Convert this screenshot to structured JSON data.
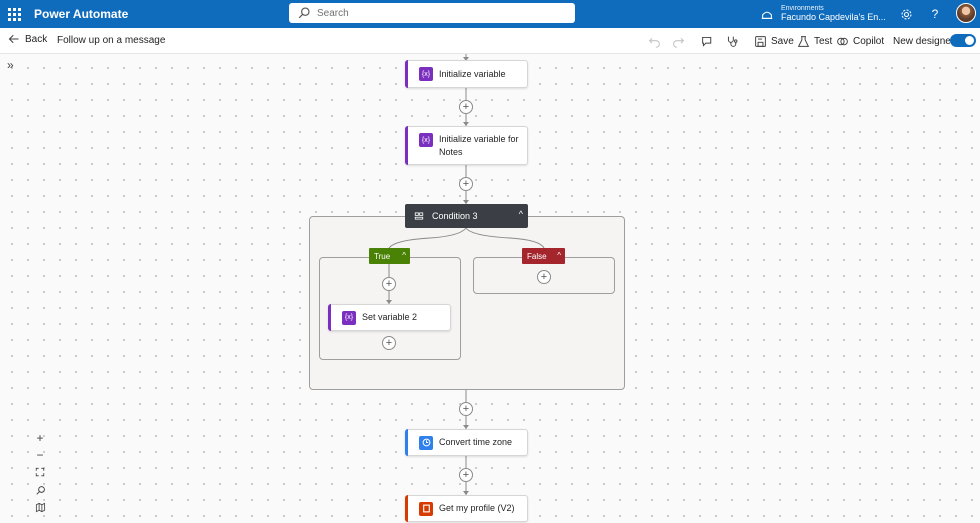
{
  "header": {
    "app_title": "Power Automate",
    "search_placeholder": "Search",
    "environment_label": "Environments",
    "environment_name": "Facundo Capdevila's En..."
  },
  "commandbar": {
    "back_label": "Back",
    "flow_name": "Follow up on a message",
    "save_label": "Save",
    "test_label": "Test",
    "copilot_label": "Copilot",
    "new_designer_label": "New designer",
    "new_designer_on": true
  },
  "flow": {
    "steps": [
      {
        "label": "Initialize variable",
        "icon": "variable-icon",
        "color": "#7b2fbf"
      },
      {
        "label": "Initialize variable for Notes",
        "icon": "variable-icon",
        "color": "#7b2fbf"
      },
      {
        "label": "Convert time zone",
        "icon": "clock-icon",
        "color": "#2f80ed"
      },
      {
        "label": "Get my profile (V2)",
        "icon": "office-icon",
        "color": "#d83b01"
      }
    ],
    "condition": {
      "label": "Condition 3",
      "true_label": "True",
      "false_label": "False",
      "true_step": "Set variable 2",
      "true_color": "#498205",
      "false_color": "#a4262c"
    }
  },
  "colors": {
    "brand": "#0f6cbd",
    "condition_header": "#3b3f45"
  }
}
